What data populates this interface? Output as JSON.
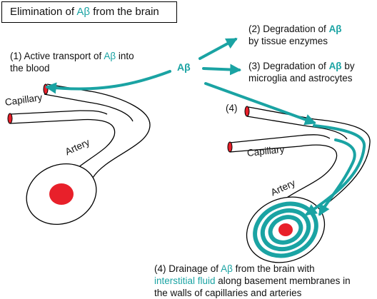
{
  "title": {
    "prefix": "Elimination of ",
    "abeta": "Aβ",
    "suffix": " from the brain"
  },
  "abeta_center": "Aβ",
  "step1": {
    "line1_prefix": "(1) Active transport of ",
    "abeta": "Aβ",
    "line1_suffix": " into",
    "line2": "the blood"
  },
  "step2": {
    "line1_prefix": "(2) Degradation of ",
    "abeta": "Aβ",
    "line2": "by tissue enzymes"
  },
  "step3": {
    "line1_prefix": "(3) Degradation of ",
    "abeta": "Aβ",
    "line1_suffix": " by",
    "line2": "microglia and astrocytes"
  },
  "step4_marker": "(4)",
  "step4": {
    "line1_prefix": "(4) Drainage of ",
    "abeta": "Aβ",
    "line1_suffix": " from the brain with",
    "line2_teal": "interstitial fluid",
    "line2_suffix": " along basement membranes in",
    "line3": "the walls of capillaries and arteries"
  },
  "labels": {
    "capillary_left": "Capillary",
    "artery_left": "Artery",
    "capillary_right": "Capillary",
    "artery_right": "Artery"
  },
  "colors": {
    "teal": "#1aa3a3",
    "red": "#e8202a",
    "outline": "#000000"
  }
}
